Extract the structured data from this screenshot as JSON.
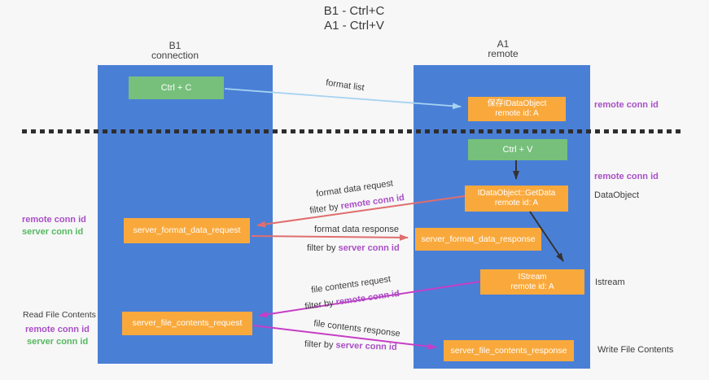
{
  "title": {
    "line1": "B1 - Ctrl+C",
    "line2": "A1 - Ctrl+V"
  },
  "columns": {
    "left": {
      "name": "B1",
      "role": "connection"
    },
    "right": {
      "name": "A1",
      "role": "remote"
    }
  },
  "nodes": {
    "ctrl_c": "Ctrl + C",
    "ctrl_v": "Ctrl + V",
    "save_idataobject": {
      "line1": "保存IDataObject",
      "line2": "remote id: A"
    },
    "getdata": {
      "line1": "IDataObject::GetData",
      "line2": "remote id: A"
    },
    "istream": {
      "line1": "IStream",
      "line2": "remote id: A"
    },
    "server_format_data_request": "server_format_data_request",
    "server_format_data_response": "server_format_data_response",
    "server_file_contents_request": "server_file_contents_request",
    "server_file_contents_response": "server_file_contents_response"
  },
  "arrow_labels": {
    "format_list": "format list",
    "format_data_request": "format data request",
    "format_data_response": "format data response",
    "file_contents_request": "file contents request",
    "file_contents_response": "file contents response",
    "filter_by": "filter by ",
    "remote_conn_id": "remote conn id",
    "server_conn_id": "server conn id"
  },
  "side_labels": {
    "remote_conn_id": "remote conn id",
    "server_conn_id": "server conn id",
    "dataobject": "DataObject",
    "istream": "Istream",
    "read_file_contents": "Read File Contents",
    "write_file_contents": "Write File Contents"
  },
  "colors": {
    "lane_blue": "#4A7FD6",
    "node_orange": "#F9A93C",
    "node_green": "#76C07B",
    "purple_text": "#A94FC6",
    "green_text": "#55B860",
    "arrow_red": "#E06E6E",
    "arrow_magenta": "#C63EC6",
    "arrow_light_blue": "#A6D3F1",
    "arrow_black": "#333333",
    "background": "#F7F7F7"
  }
}
